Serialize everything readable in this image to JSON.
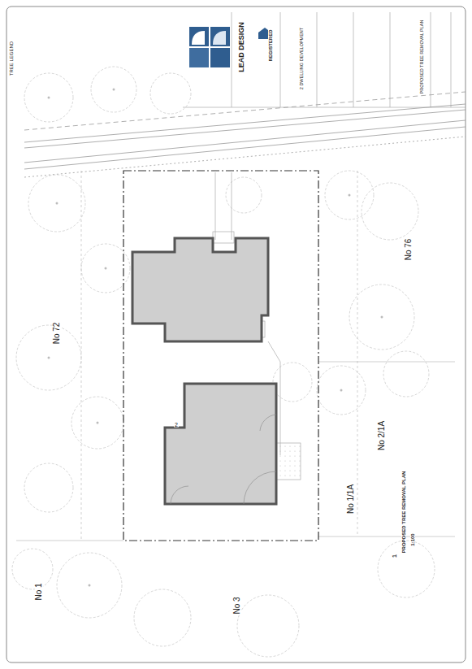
{
  "diagram": {
    "labels": [
      "LEAD DESIGN",
      "REGISTERED",
      "2 DWELLING DEVELOPMENT",
      "PROPOSED TREE REMOVAL PLAN",
      "TREE LEGEND",
      "No 72",
      "No 76",
      "No 2/1A",
      "No 1/1A",
      "No 1",
      "No 3",
      "1",
      "PROPOSED TREE REMOVAL PLAN",
      "1:100",
      "2"
    ]
  }
}
